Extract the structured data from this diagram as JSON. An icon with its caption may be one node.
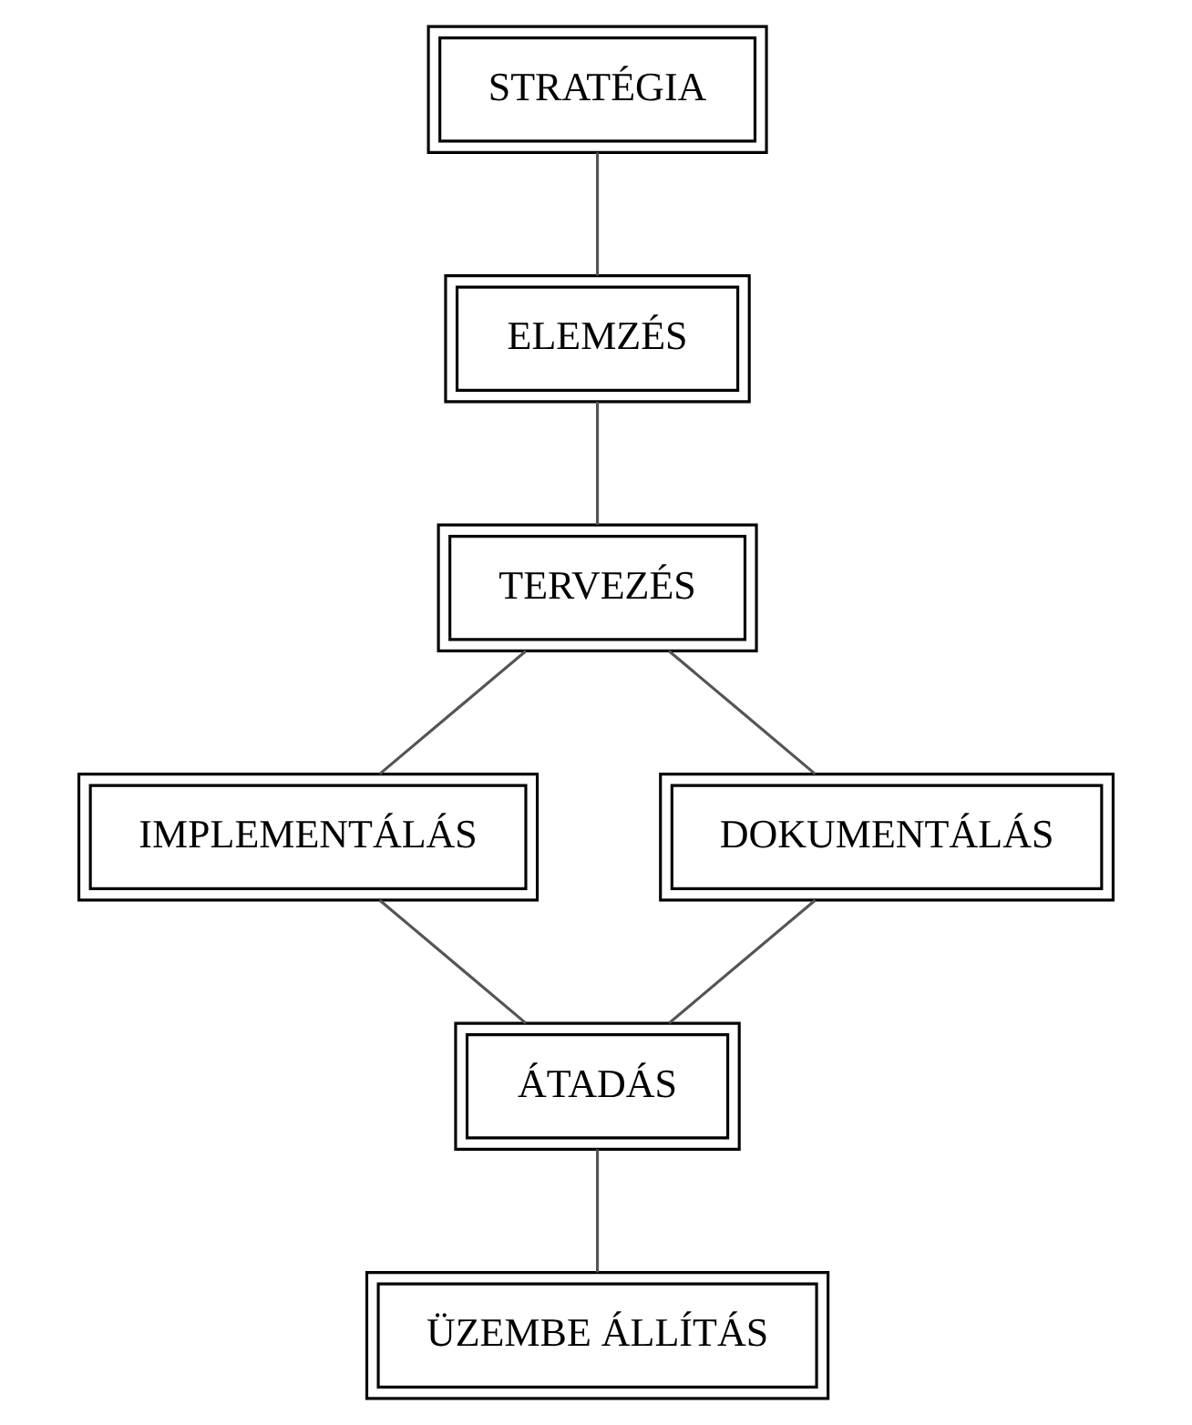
{
  "diagram": {
    "nodes": [
      {
        "text": [
          "STRATÉGIA"
        ]
      },
      {
        "text": [
          "ELEMZÉS"
        ]
      },
      {
        "text": [
          "TERVEZÉS"
        ]
      },
      {
        "text": [
          "IMPLEMENTÁLÁS"
        ]
      },
      {
        "text": [
          "DOKUMENTÁLÁS"
        ]
      },
      {
        "text": [
          "ÁTADÁS"
        ]
      },
      {
        "text": [
          "ÜZEMBE ÁLLÍTÁS"
        ]
      }
    ],
    "edges": [
      {
        "from": 0,
        "to": 1,
        "arrow": "none"
      },
      {
        "from": 1,
        "to": 2,
        "arrow": "none"
      },
      {
        "from": 2,
        "to": 3,
        "arrow": "none"
      },
      {
        "from": 2,
        "to": 4,
        "arrow": "none"
      },
      {
        "from": 3,
        "to": 5,
        "arrow": "none"
      },
      {
        "from": 4,
        "to": 5,
        "arrow": "none"
      },
      {
        "from": 5,
        "to": 6,
        "arrow": "none"
      }
    ]
  }
}
